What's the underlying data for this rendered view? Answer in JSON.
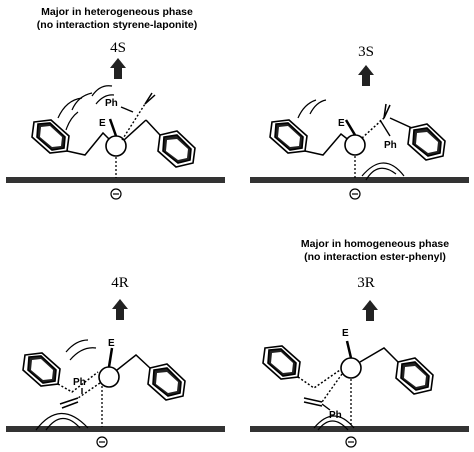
{
  "figure": {
    "panels": [
      {
        "id": "top-left",
        "label": "4S",
        "caption_line1": "Major in heterogeneous phase",
        "caption_line2": "(no interaction styrene-laponite)",
        "atom_labels": [
          "E",
          "Ph"
        ]
      },
      {
        "id": "top-right",
        "label": "3S",
        "caption_line1": "",
        "caption_line2": "",
        "atom_labels": [
          "E",
          "Ph"
        ]
      },
      {
        "id": "bottom-left",
        "label": "4R",
        "caption_line1": "",
        "caption_line2": "",
        "atom_labels": [
          "E",
          "Ph"
        ]
      },
      {
        "id": "bottom-right",
        "label": "3R",
        "caption_line1": "Major in homogeneous phase",
        "caption_line2": "(no interaction ester-phenyl)",
        "atom_labels": [
          "E",
          "Ph"
        ]
      }
    ],
    "charge_symbol": "⊖",
    "colors": {
      "ink": "#000000",
      "surface": "#333333",
      "background": "#ffffff"
    }
  }
}
